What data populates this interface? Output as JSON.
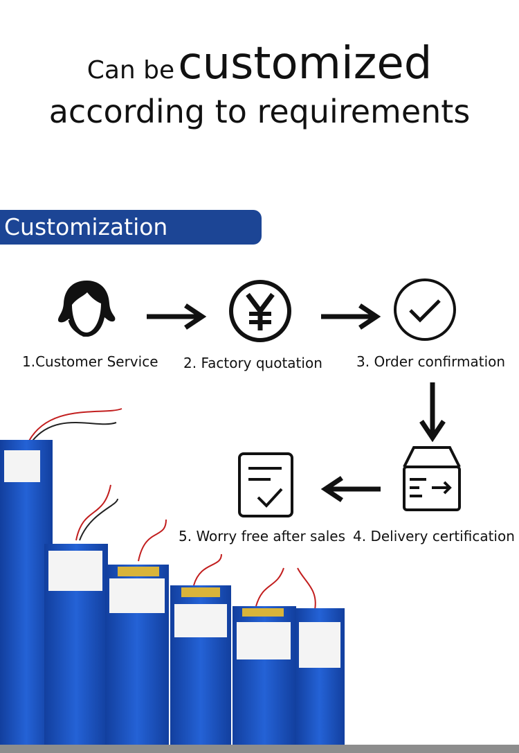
{
  "headline": {
    "prefix": "Can be",
    "emphasis": "customized",
    "line2": "according to requirements"
  },
  "banner": {
    "title": "Customization process"
  },
  "steps": [
    {
      "label": "1.Customer Service",
      "icon": "customer-service-icon"
    },
    {
      "label": "2. Factory quotation",
      "icon": "yen-icon"
    },
    {
      "label": "3. Order confirmation",
      "icon": "checkmark-circle-icon"
    },
    {
      "label": "4. Delivery certification",
      "icon": "delivery-box-icon"
    },
    {
      "label": "5. Worry free after sales",
      "icon": "document-check-icon"
    }
  ],
  "colors": {
    "banner": "#1c4595",
    "battery": "#1f57c4",
    "ink": "#111111"
  }
}
